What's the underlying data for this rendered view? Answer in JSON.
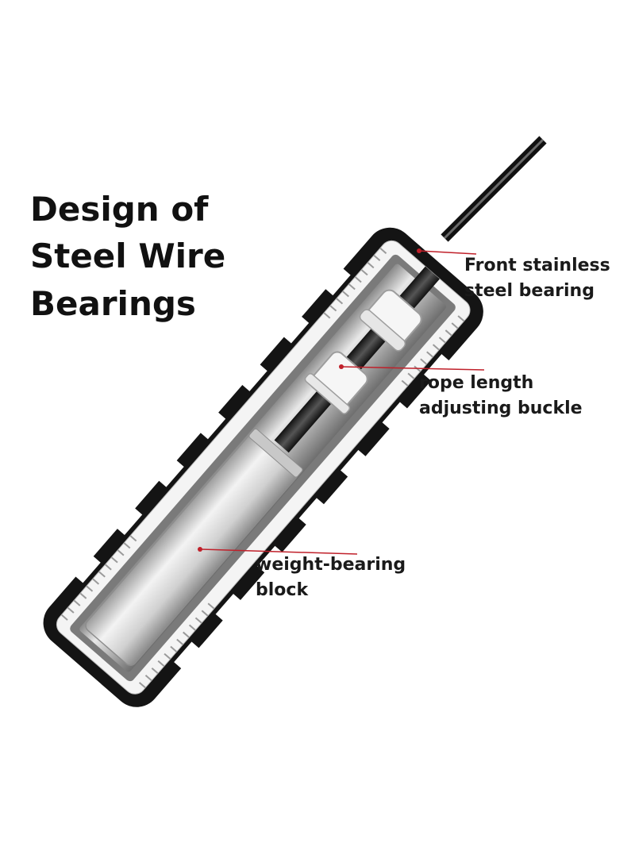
{
  "title": {
    "line1": "Design of",
    "line2": "Steel Wire",
    "line3": "Bearings"
  },
  "callouts": {
    "front_bearing": {
      "line1": "Front stainless",
      "line2": "steel bearing"
    },
    "buckle": {
      "line1": "rope length",
      "line2": "adjusting buckle"
    },
    "block": {
      "line1": "weight-bearing",
      "line2": "block"
    }
  },
  "colors": {
    "outline": "#111111",
    "leader": "#c0202a",
    "metal": "#d9d9d9",
    "part": "#f2f2f2"
  }
}
